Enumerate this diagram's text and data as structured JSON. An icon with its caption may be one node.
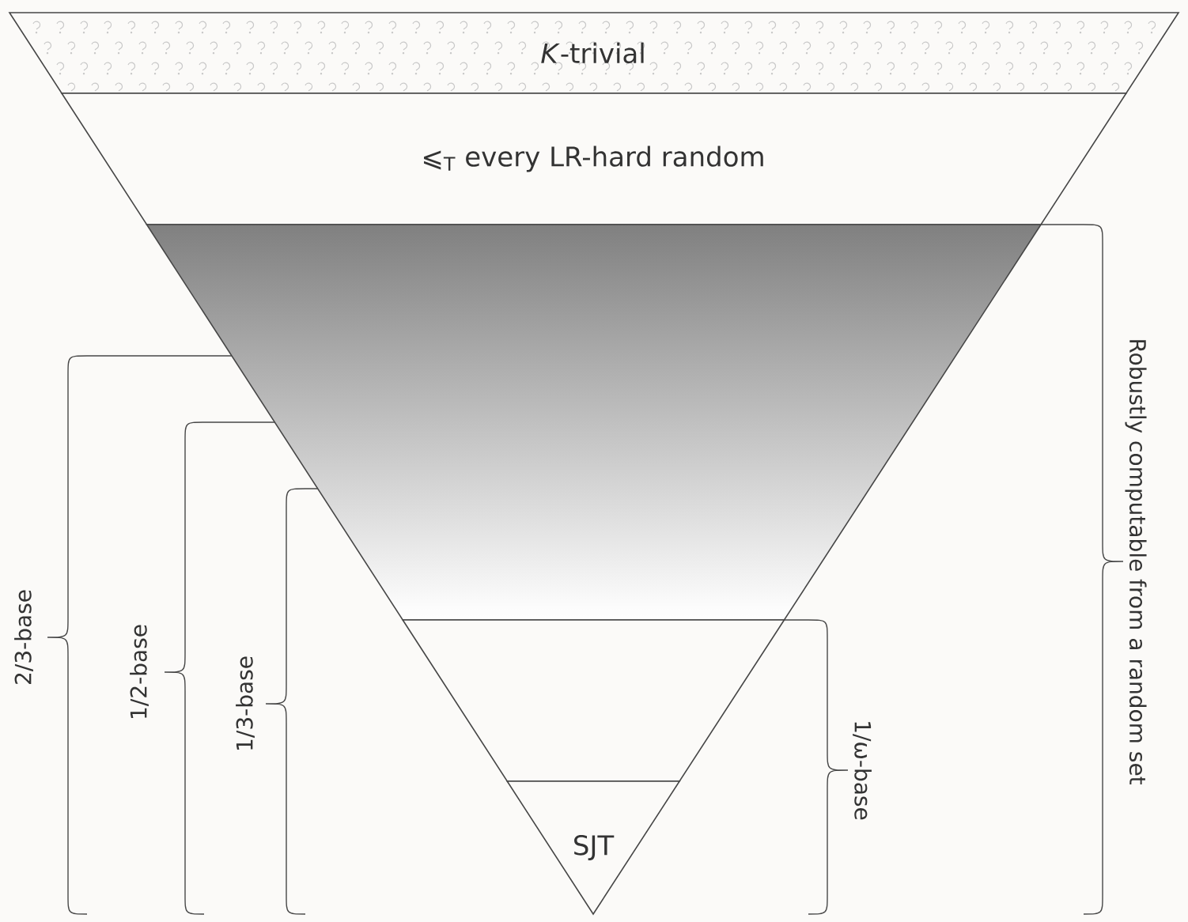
{
  "diagram": {
    "nodes": [
      {
        "text": [
          "*K*-trivial"
        ]
      },
      {
        "text": [
          "⩽$_{T}$ every LR-hard random"
        ]
      },
      {
        "text": [],
        "shape": "trapezoid"
      },
      {
        "text": [],
        "shape": "trapezoid"
      },
      {
        "text": [
          "SJT"
        ]
      }
    ],
    "labels": [
      "2/3-base",
      "1/2-base",
      "1/3-base",
      "1/ω-base",
      "Robustly computable from a random set"
    ]
  }
}
